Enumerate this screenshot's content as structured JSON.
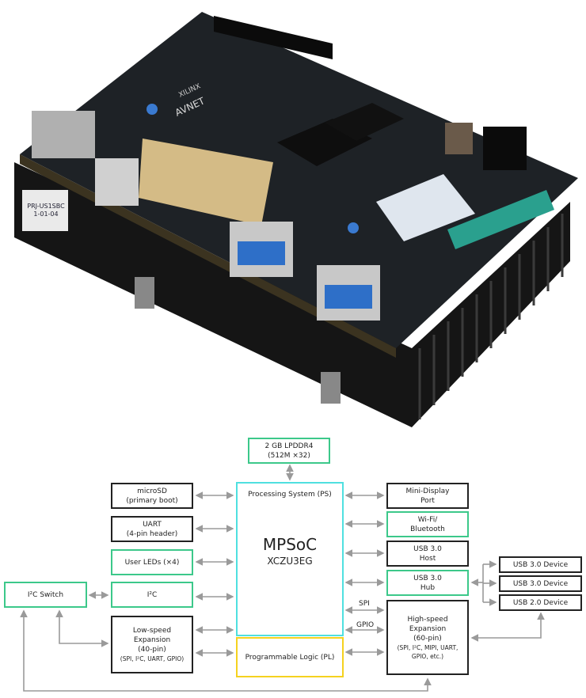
{
  "photo": {
    "board_label_line1": "PRJ-US1SBC",
    "board_label_line2": "1-01-04",
    "logo_text": "AVNET",
    "xilinx_text": "XILINX"
  },
  "diagram": {
    "lpddr": [
      "2 GB LPDDR4",
      "(512M ×32)"
    ],
    "ps_label": "Processing System (PS)",
    "mpsoc_title": "MPSoC",
    "mpsoc_part": "XCZU3EG",
    "pl_label": "Programmable Logic (PL)",
    "microsd": [
      "microSD",
      "(primary boot)"
    ],
    "uart": [
      "UART",
      "(4-pin header)"
    ],
    "leds": "User LEDs (×4)",
    "i2c": "I²C",
    "i2c_switch": "I²C Switch",
    "lowspeed": [
      "Low-speed",
      "Expansion",
      "(40-pin)",
      "(SPI, I²C, UART, GPIO)"
    ],
    "minidp": [
      "Mini-Display",
      "Port"
    ],
    "wifi": [
      "Wi-Fi/",
      "Bluetooth"
    ],
    "usbhost": [
      "USB 3.0",
      "Host"
    ],
    "usbhub": [
      "USB 3.0",
      "Hub"
    ],
    "highspeed": [
      "High-speed",
      "Expansion",
      "(60-pin)",
      "(SPI, I²C, MIPI, UART,",
      "GPIO, etc.)"
    ],
    "spi": "SPI",
    "gpio": "GPIO",
    "devices": [
      "USB 3.0 Device",
      "USB 3.0 Device",
      "USB 2.0 Device"
    ]
  },
  "colors": {
    "green": "#3cc88a",
    "cyan": "#4fe0e0",
    "yellow": "#f5d21f",
    "arrow": "#9a9a9a"
  }
}
